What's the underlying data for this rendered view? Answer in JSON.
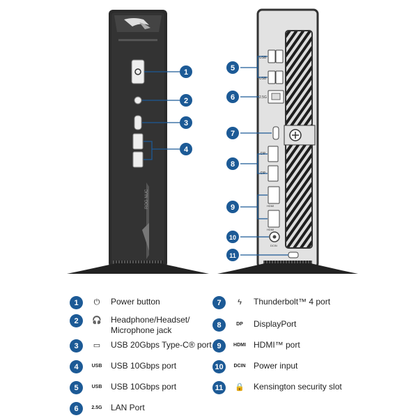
{
  "device": {
    "front_badge_text": "ROG NUC",
    "rear_labels": {
      "usb": "USB",
      "lan": "2.5G",
      "dp": "DP",
      "hdmi": "HDMI",
      "dcin": "DCIN"
    }
  },
  "callouts": [
    "1",
    "2",
    "3",
    "4",
    "5",
    "6",
    "7",
    "8",
    "9",
    "10",
    "11"
  ],
  "legend": [
    {
      "num": "1",
      "icon": "power-icon",
      "glyph": "⏻",
      "label": "Power button"
    },
    {
      "num": "2",
      "icon": "headphone-icon",
      "glyph": "🎧",
      "label": "Headphone/Headset/\nMicrophone jack"
    },
    {
      "num": "3",
      "icon": "usb-c-icon",
      "glyph": "▭",
      "label": "USB 20Gbps Type-C® port"
    },
    {
      "num": "4",
      "icon": "usb-10g-icon",
      "glyph": "USB",
      "label": "USB 10Gbps port"
    },
    {
      "num": "5",
      "icon": "usb-10g-icon",
      "glyph": "USB",
      "label": "USB 10Gbps port"
    },
    {
      "num": "6",
      "icon": "lan-icon",
      "glyph": "2.5G",
      "label": "LAN Port"
    },
    {
      "num": "7",
      "icon": "thunderbolt-icon",
      "glyph": "ϟ",
      "label": "Thunderbolt™ 4 port"
    },
    {
      "num": "8",
      "icon": "displayport-icon",
      "glyph": "DP",
      "label": "DisplayPort"
    },
    {
      "num": "9",
      "icon": "hdmi-icon",
      "glyph": "HDMI",
      "label": "HDMI™ port"
    },
    {
      "num": "10",
      "icon": "dcin-icon",
      "glyph": "DCIN",
      "label": "Power input"
    },
    {
      "num": "11",
      "icon": "lock-icon",
      "glyph": "🔒",
      "label": "Kensington security slot"
    }
  ],
  "colors": {
    "accent": "#1c5a96",
    "device_body": "#2b2b2b",
    "device_light": "#d8d8d8"
  }
}
